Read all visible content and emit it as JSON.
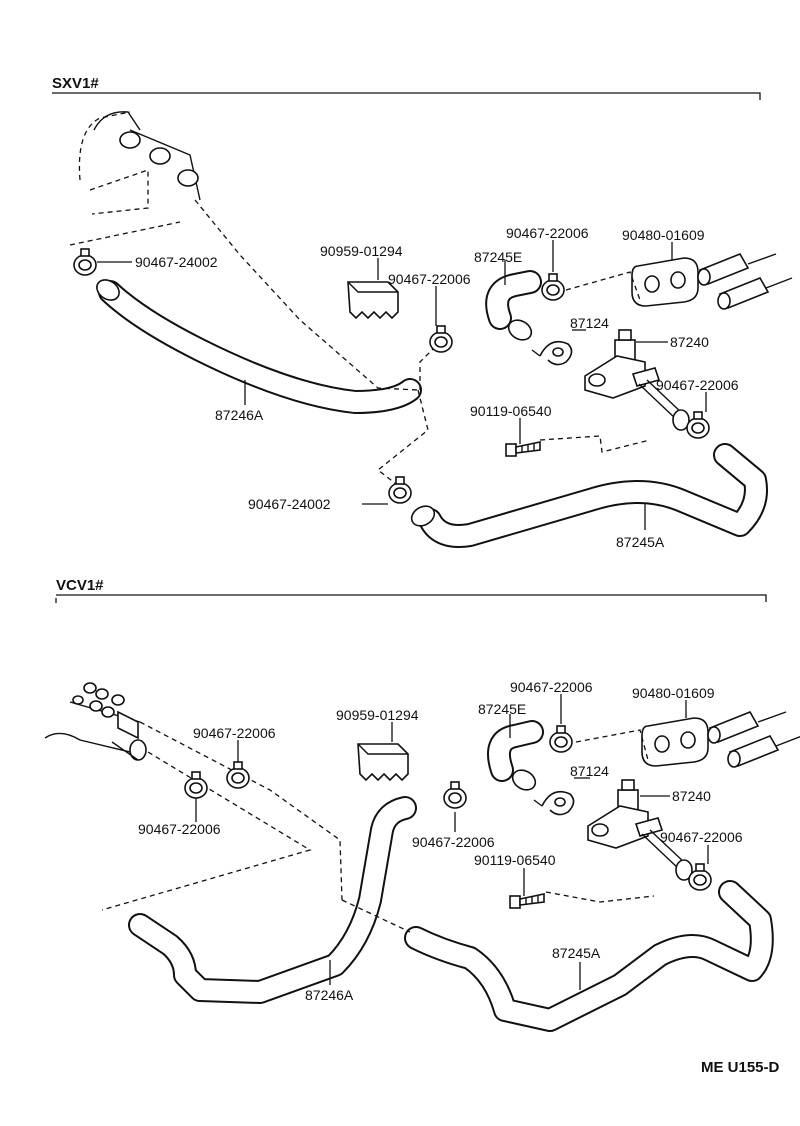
{
  "sections": [
    {
      "header": "SXV1#",
      "labels": {
        "clamp_24002_a": "90467-24002",
        "bracket": "90959-01294",
        "clamp_22006_mid": "90467-22006",
        "hose_e": "87245E",
        "clamp_22006_top": "90467-22006",
        "gasket": "90480-01609",
        "clip": "87124",
        "valve": "87240",
        "clamp_22006_right": "90467-22006",
        "bolt": "90119-06540",
        "hose_246a": "87246A",
        "clamp_24002_b": "90467-24002",
        "hose_245a": "87245A"
      }
    },
    {
      "header": "VCV1#",
      "labels": {
        "clamp_22006_left_top": "90467-22006",
        "clamp_22006_left_bottom": "90467-22006",
        "bracket": "90959-01294",
        "hose_e": "87245E",
        "clamp_22006_top": "90467-22006",
        "gasket": "90480-01609",
        "clip": "87124",
        "valve": "87240",
        "clamp_22006_mid": "90467-22006",
        "clamp_22006_right": "90467-22006",
        "bolt": "90119-06540",
        "hose_245a": "87245A",
        "hose_246a": "87246A"
      }
    }
  ],
  "figure_code": "ME U155-D"
}
